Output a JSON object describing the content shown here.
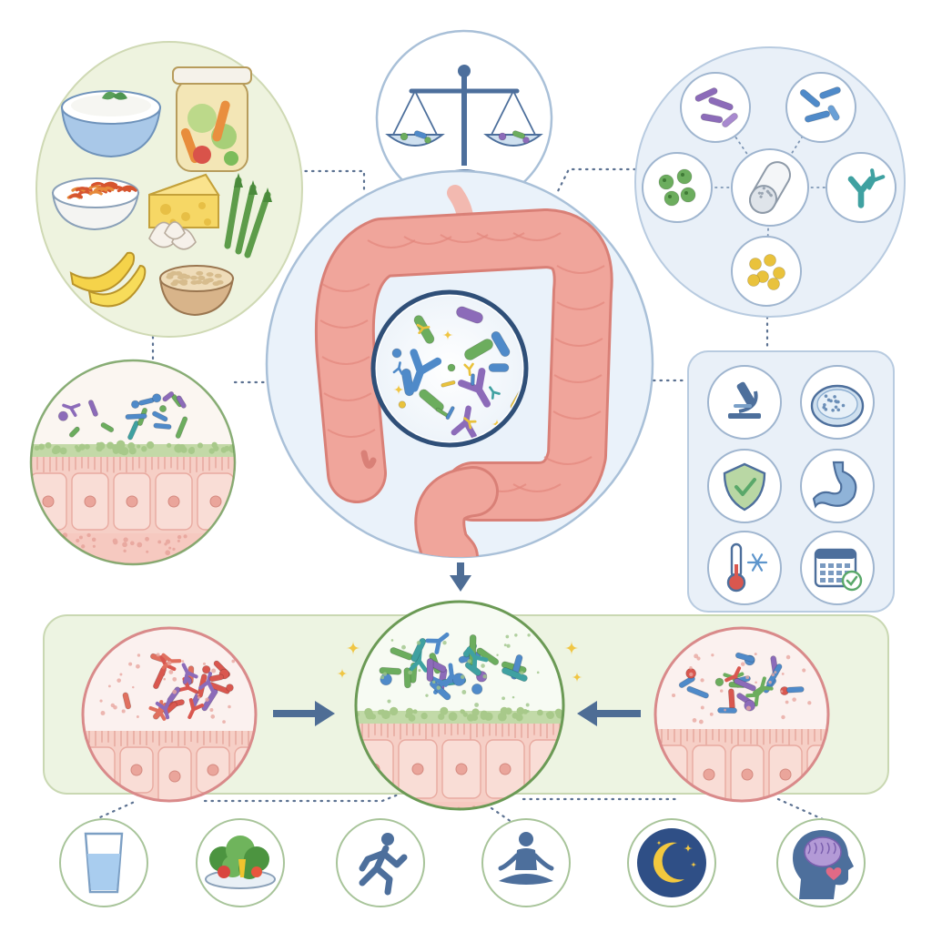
{
  "palette": {
    "background": "#ffffff",
    "connector": "#5b7191",
    "arrow": "#4e6d95",
    "food_panel_bg": "#eef3df",
    "food_panel_border": "#cfd9b4",
    "blue_panel_bg": "#e9f0f8",
    "blue_panel_border": "#b8cbe0",
    "green_panel_bg": "#edf4e2",
    "green_panel_border": "#c9d8b2",
    "balanced_ring": "#6b9a55",
    "imbalanced_ring": "#d98a8a",
    "intestine": "#f0a59b",
    "intestine_dark": "#d98077",
    "tissue": "#f6cfc6",
    "tissue_line": "#e8aaa0",
    "mucus": "#b9d49a",
    "microbe_blue": "#4f8ac9",
    "microbe_green": "#6cad5e",
    "microbe_purple": "#8c6bb9",
    "microbe_yellow": "#e9c23c",
    "microbe_teal": "#3fa1a1",
    "microbe_red": "#d9574f",
    "icon_blue": "#4d6f9c",
    "icon_green": "#5aa86a",
    "sparkle": "#f0c644"
  },
  "diagram": {
    "center": {
      "name": "gut-microbiome",
      "icon": "intestine-with-microbiome-magnifier"
    },
    "balance": {
      "name": "balance-scale",
      "icon": "scale-icon"
    },
    "foods": [
      {
        "name": "yogurt",
        "icon": "yogurt-bowl-icon"
      },
      {
        "name": "fermented-vegetables",
        "icon": "jar-icon"
      },
      {
        "name": "kimchi",
        "icon": "kimchi-bowl-icon"
      },
      {
        "name": "cheese",
        "icon": "cheese-icon"
      },
      {
        "name": "garlic",
        "icon": "garlic-icon"
      },
      {
        "name": "asparagus",
        "icon": "asparagus-icon"
      },
      {
        "name": "bananas",
        "icon": "banana-icon"
      },
      {
        "name": "oats",
        "icon": "oats-bowl-icon"
      }
    ],
    "probiotic_strains": [
      {
        "name": "rod-strain",
        "icon": "rod-bacteria-icon"
      },
      {
        "name": "curved-strain",
        "icon": "curved-bacteria-icon"
      },
      {
        "name": "cocci-strain",
        "icon": "cocci-bacteria-icon"
      },
      {
        "name": "capsule",
        "icon": "capsule-icon"
      },
      {
        "name": "branched-strain",
        "icon": "branched-bacteria-icon"
      },
      {
        "name": "yeast-strain",
        "icon": "yeast-icon"
      }
    ],
    "quality_factors": [
      {
        "name": "research",
        "icon": "microscope-icon"
      },
      {
        "name": "culture",
        "icon": "petri-dish-icon"
      },
      {
        "name": "safety",
        "icon": "shield-check-icon"
      },
      {
        "name": "stomach-survival",
        "icon": "stomach-icon"
      },
      {
        "name": "storage-temperature",
        "icon": "thermometer-snowflake-icon"
      },
      {
        "name": "daily-schedule",
        "icon": "calendar-check-icon"
      }
    ],
    "gut_lining": {
      "name": "healthy-lining",
      "icon": "gut-lining-icon"
    },
    "states": [
      {
        "name": "dysbiosis",
        "icon": "imbalanced-lining-icon"
      },
      {
        "name": "balanced-gut",
        "icon": "balanced-lining-icon"
      },
      {
        "name": "recovering-gut",
        "icon": "recovering-lining-icon"
      }
    ],
    "lifestyle": [
      {
        "name": "hydration",
        "icon": "water-glass-icon"
      },
      {
        "name": "vegetables",
        "icon": "salad-bowl-icon"
      },
      {
        "name": "exercise",
        "icon": "running-person-icon"
      },
      {
        "name": "meditation",
        "icon": "meditation-icon"
      },
      {
        "name": "sleep",
        "icon": "moon-stars-icon"
      },
      {
        "name": "mental-health",
        "icon": "brain-heart-icon"
      }
    ]
  }
}
